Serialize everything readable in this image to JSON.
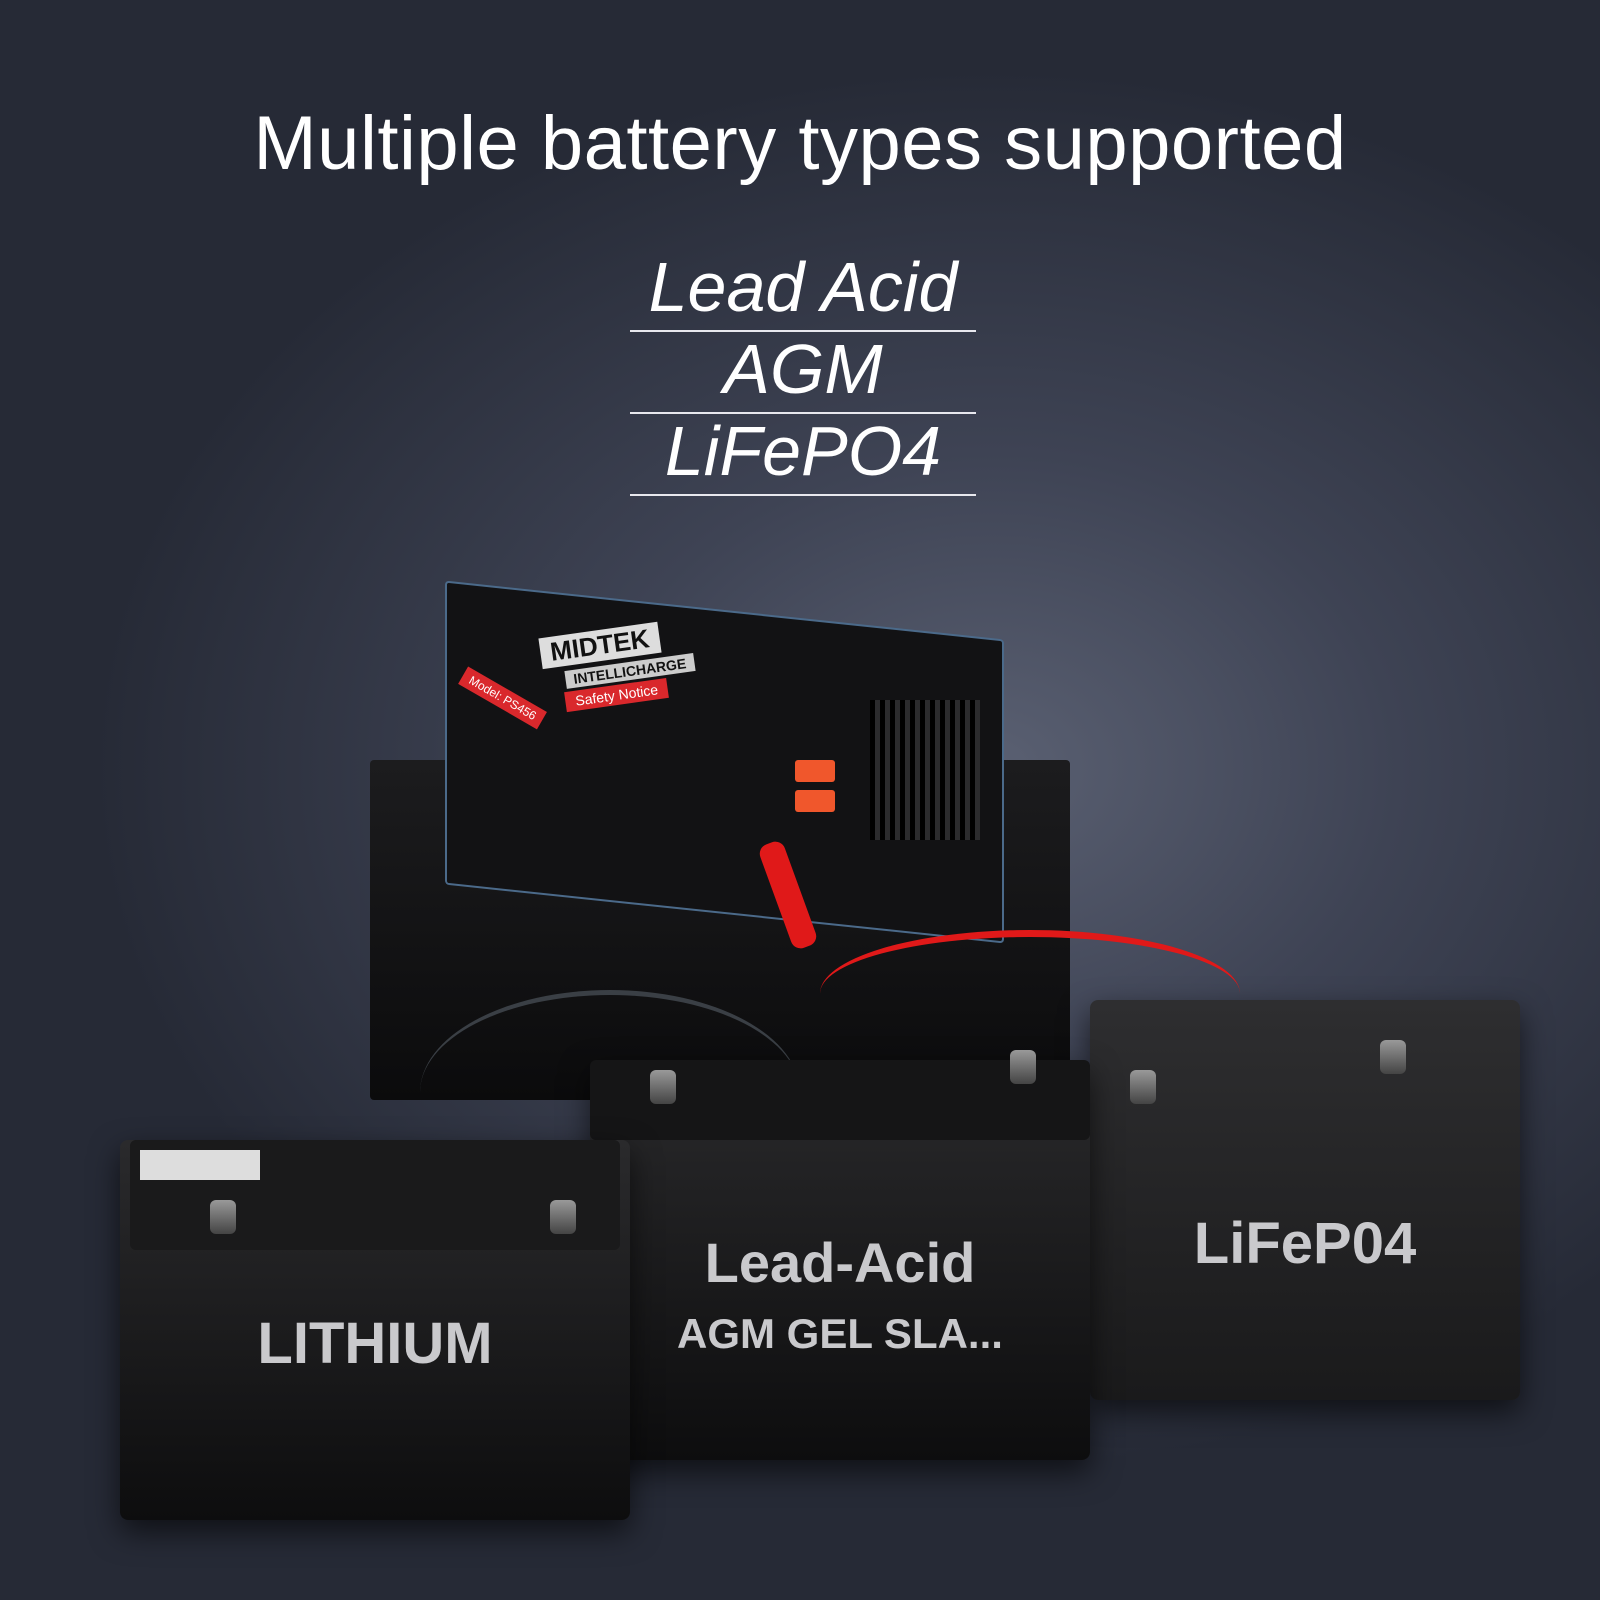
{
  "title": "Multiple battery types supported",
  "battery_types": [
    "Lead Acid",
    "AGM",
    "LiFePO4"
  ],
  "charger": {
    "brand": "MIDTEK",
    "product": "INTELLICHARGE",
    "notice": "Safety Notice",
    "model": "Model: PS456"
  },
  "batteries": [
    {
      "label": "LITHIUM"
    },
    {
      "label": "Lead-Acid",
      "sublabel": "AGM GEL SLA..."
    },
    {
      "label": "LiFeP04"
    }
  ]
}
